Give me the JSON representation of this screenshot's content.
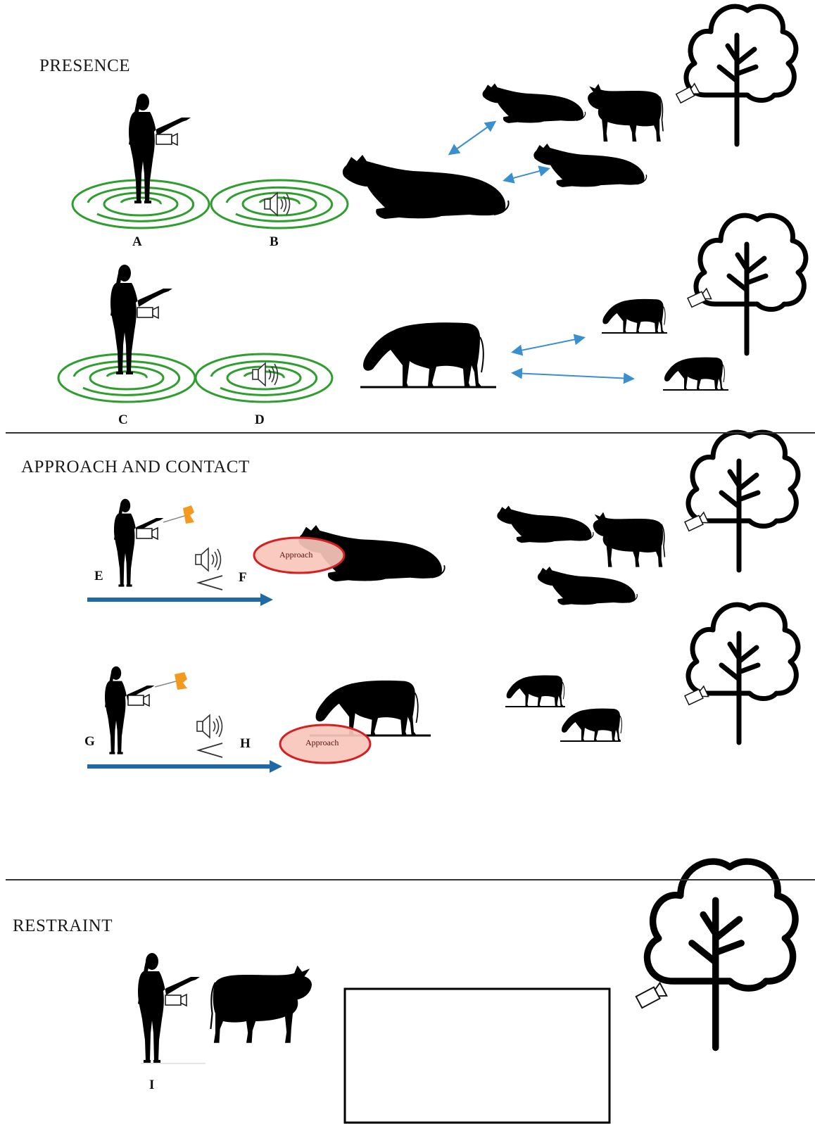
{
  "sections": {
    "presence": "PRESENCE",
    "approach_contact": "APPROACH AND CONTACT",
    "restraint": "RESTRAINT"
  },
  "panels": {
    "A": "A",
    "B": "B",
    "C": "C",
    "D": "D",
    "E": "E",
    "F": "F",
    "G": "G",
    "H": "H",
    "I": "I"
  },
  "approach_label": "Approach",
  "colors": {
    "rings": "#2e9e2e",
    "arrow_blue": "#1f6aa5",
    "double_arrow": "#3a8fcf",
    "approach_fill": "#f7c6bb",
    "approach_stroke": "#d42020",
    "flag": "#f39a1e",
    "silhouette": "#000000"
  },
  "icons": [
    "person-silhouette",
    "camera-icon",
    "speaker-icon",
    "flag-icon",
    "cow-lying",
    "cow-standing",
    "cow-grazing",
    "tree-icon",
    "less-than-sign",
    "blue-arrow",
    "double-arrow"
  ]
}
